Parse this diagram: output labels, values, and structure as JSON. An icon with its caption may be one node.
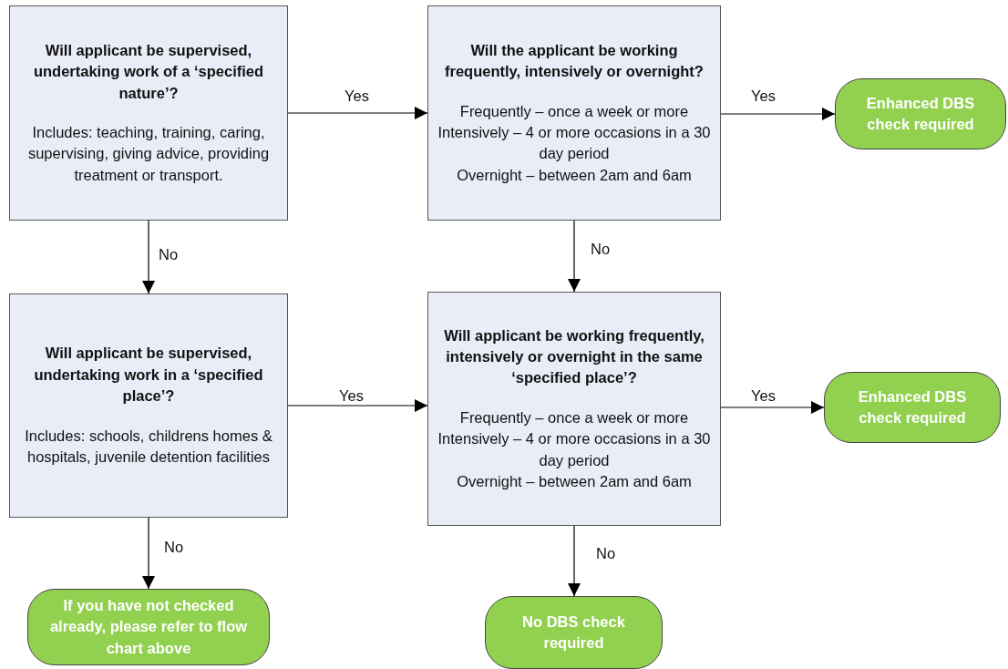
{
  "diagram": {
    "nodes": [
      {
        "text": [
          "Will applicant be supervised, undertaking work of a ‘specified nature’?",
          "Includes: teaching, training, caring, supervising, giving advice, providing treatment or transport."
        ]
      },
      {
        "text": [
          "Will the applicant be working frequently, intensively or overnight?",
          "Frequently – once a week or more",
          "Intensively – 4 or more occasions in a 30 day period",
          "Overnight – between 2am and 6am"
        ]
      },
      {
        "text": [
          "Enhanced DBS check required"
        ]
      },
      {
        "text": [
          "Will applicant be supervised, undertaking work in a ‘specified place’?",
          "Includes: schools, childrens homes & hospitals, juvenile detention facilities"
        ]
      },
      {
        "text": [
          "Will applicant be working frequently, intensively or overnight in the same ‘specified place’?",
          "Frequently – once a week or more",
          "Intensively – 4 or more occasions in a 30 day period",
          "Overnight – between 2am and 6am"
        ]
      },
      {
        "text": [
          "Enhanced DBS check required"
        ]
      },
      {
        "text": [
          "If you have not checked already, please refer to flow chart above"
        ]
      },
      {
        "text": [
          "No DBS check required"
        ]
      }
    ],
    "edges": [
      {
        "from": 0,
        "to": 1,
        "arrow": "to",
        "label": "Yes"
      },
      {
        "from": 1,
        "to": 2,
        "arrow": "to",
        "label": "Yes"
      },
      {
        "from": 0,
        "to": 3,
        "arrow": "to",
        "label": "No"
      },
      {
        "from": 1,
        "to": 4,
        "arrow": "to",
        "label": "No"
      },
      {
        "from": 3,
        "to": 4,
        "arrow": "to",
        "label": "Yes"
      },
      {
        "from": 4,
        "to": 5,
        "arrow": "to",
        "label": "Yes"
      },
      {
        "from": 3,
        "to": 6,
        "arrow": "to",
        "label": "No"
      },
      {
        "from": 4,
        "to": 7,
        "arrow": "to",
        "label": "No"
      }
    ]
  }
}
